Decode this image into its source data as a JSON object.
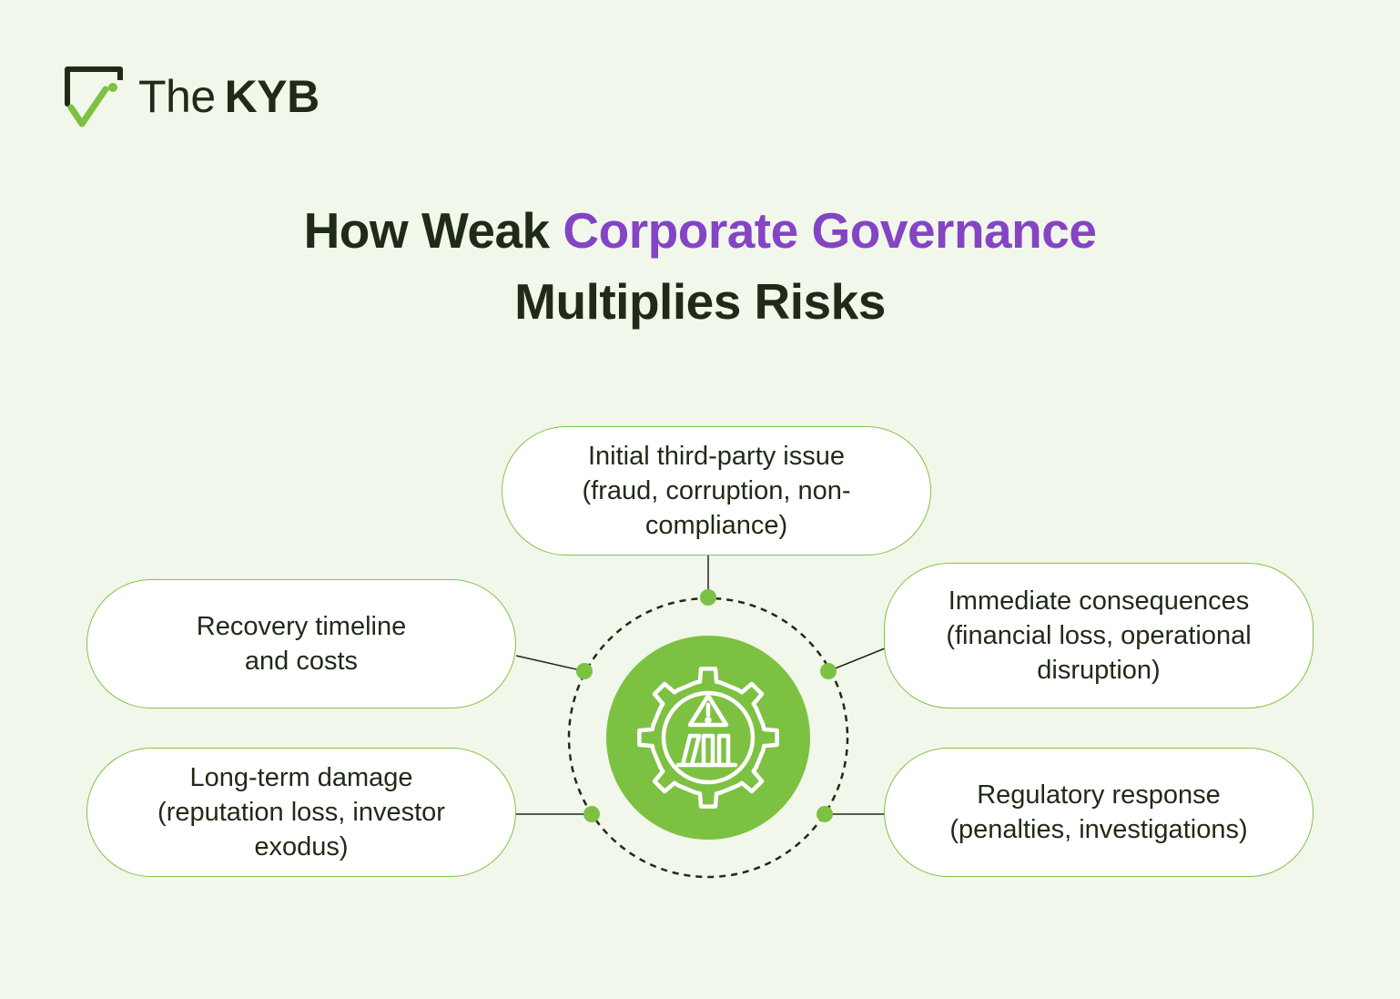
{
  "brand": {
    "logo_the": "The",
    "logo_kyb": "KYB",
    "green": "#7dc142",
    "dark": "#1f2a17",
    "purple": "#8444c4"
  },
  "title": {
    "part1": "How Weak ",
    "accent": "Corporate Governance",
    "line2": "Multiplies Risks"
  },
  "center": {
    "icon": "gear-warning-chart-icon"
  },
  "nodes": {
    "top": {
      "lines": [
        "Initial third-party issue",
        "(fraud, corruption, non-",
        "compliance)"
      ]
    },
    "right1": {
      "lines": [
        "Immediate consequences",
        "(financial loss, operational",
        "disruption)"
      ]
    },
    "right2": {
      "lines": [
        "Regulatory response",
        "(penalties, investigations)"
      ]
    },
    "left1": {
      "lines": [
        "Recovery timeline",
        "and costs"
      ]
    },
    "left2": {
      "lines": [
        "Long-term damage",
        "(reputation loss, investor",
        "exodus)"
      ]
    }
  }
}
